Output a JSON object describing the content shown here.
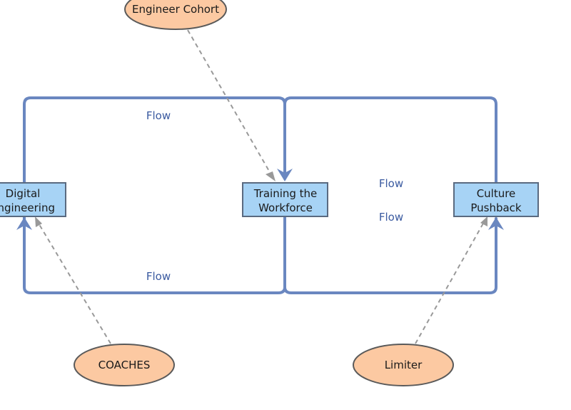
{
  "colors": {
    "flow_line": "#6a87c0",
    "stock_fill": "#a7d3f5",
    "stock_border": "#5a6a80",
    "aux_fill": "#fcc9a2",
    "aux_border": "#5a5a5a",
    "dashed_link": "#999999",
    "flow_label": "#3a5aa0"
  },
  "stocks": [
    {
      "id": "digital_engineering",
      "lines": [
        "Digital",
        "Engineering"
      ]
    },
    {
      "id": "training_workforce",
      "lines": [
        "Training the",
        "Workforce"
      ]
    },
    {
      "id": "culture_pushback",
      "lines": [
        "Culture",
        "Pushback"
      ]
    }
  ],
  "auxiliaries": [
    {
      "id": "engineer_cohort",
      "label": "Engineer Cohort"
    },
    {
      "id": "coaches",
      "label": "COACHES"
    },
    {
      "id": "limiter",
      "label": "Limiter"
    }
  ],
  "flows": [
    {
      "id": "flow_top_left",
      "label": "Flow"
    },
    {
      "id": "flow_bottom_left",
      "label": "Flow"
    },
    {
      "id": "flow_mid_right_1",
      "label": "Flow"
    },
    {
      "id": "flow_mid_right_2",
      "label": "Flow"
    }
  ]
}
